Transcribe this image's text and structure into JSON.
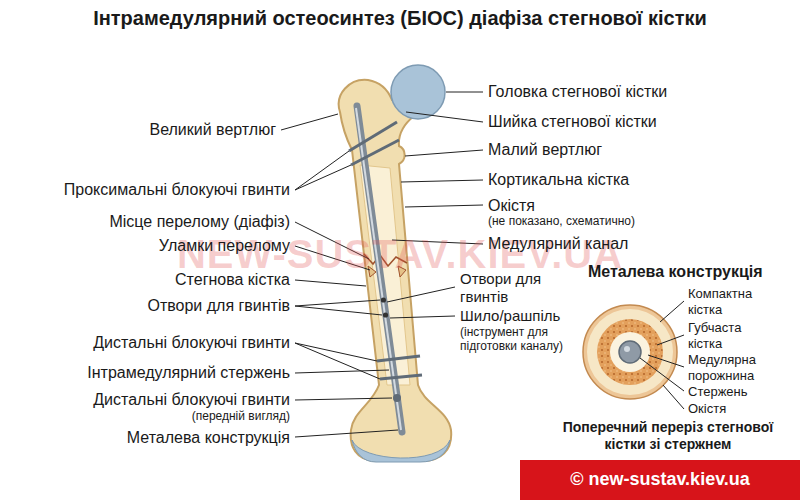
{
  "diagram": {
    "title": "Інтрамедулярний остеосинтез (БІОС) діафіза стегнової кістки",
    "nodes": [
      {
        "text": [
          "© new-sustav.kiev.ua"
        ]
      }
    ],
    "labels": [
      "Великий вертлюг",
      "Проксимальні блокуючі гвинти",
      "Місце перелому (діафіз)",
      "Уламки перелому",
      "Стегнова кістка",
      "Отвори для гвинтів",
      "Дистальні блокуючі гвинти",
      "Інтрамедулярний стержень",
      "Дистальні блокуючі гвинти",
      "(передній вигляд)",
      "Металева конструкція",
      "Головка стегнової кістки",
      "Шийка стегнової кістки",
      "Малий вертлюг",
      "Кортикальна кістка",
      "Окістя",
      "(не показано, схематично)",
      "Медулярний канал",
      "Отвори для гвинтів",
      "Шило/рашпіль",
      "(інструмент для підготовки каналу)",
      "Металева конструкція",
      "Компактна кістка",
      "Губчаста кістка",
      "Медулярна порожнина",
      "Стержень",
      "Окістя",
      "Поперечний переріз стегнової кістки зі стержнем",
      "NEW-SUSTAV.KIEV.UA"
    ]
  }
}
